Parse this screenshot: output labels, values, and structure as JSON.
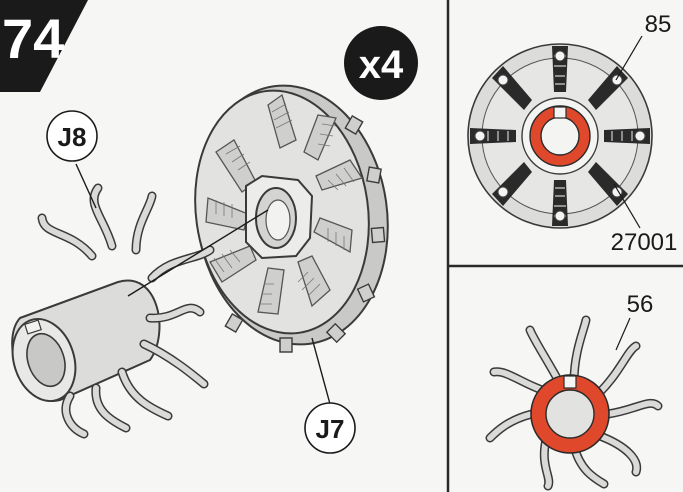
{
  "step": {
    "number": "74",
    "quantity": "x4"
  },
  "labels": {
    "part_j8": "J8",
    "part_j7": "J7",
    "ref_85": "85",
    "ref_27001": "27001",
    "ref_56": "56"
  },
  "colors": {
    "accent": "#e0482c",
    "ink": "#1a1a1a",
    "panel_border": "#2a2a2a",
    "part_grey": "#d9d9d7"
  }
}
